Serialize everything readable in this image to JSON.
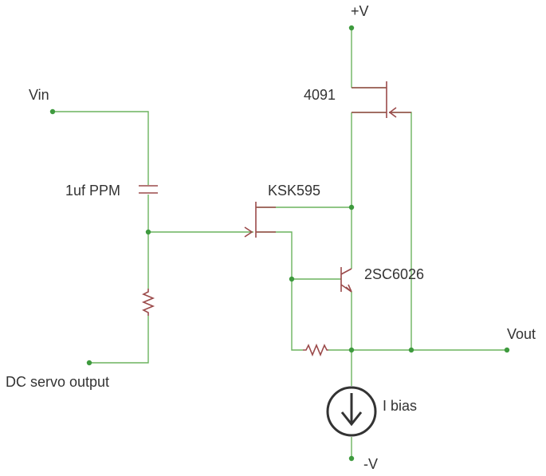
{
  "labels": {
    "plus_v": "+V",
    "minus_v": "-V",
    "vin": "Vin",
    "vout": "Vout",
    "jfet_top": "4091",
    "capacitor": "1uf PPM",
    "jfet_mid": "KSK595",
    "bjt": "2SC6026",
    "dc_servo": "DC servo output",
    "i_bias": "I bias"
  },
  "colors": {
    "wire": "#6bb35f",
    "component": "#9b4a4a",
    "node": "#3e9a3e",
    "text": "#333333"
  }
}
